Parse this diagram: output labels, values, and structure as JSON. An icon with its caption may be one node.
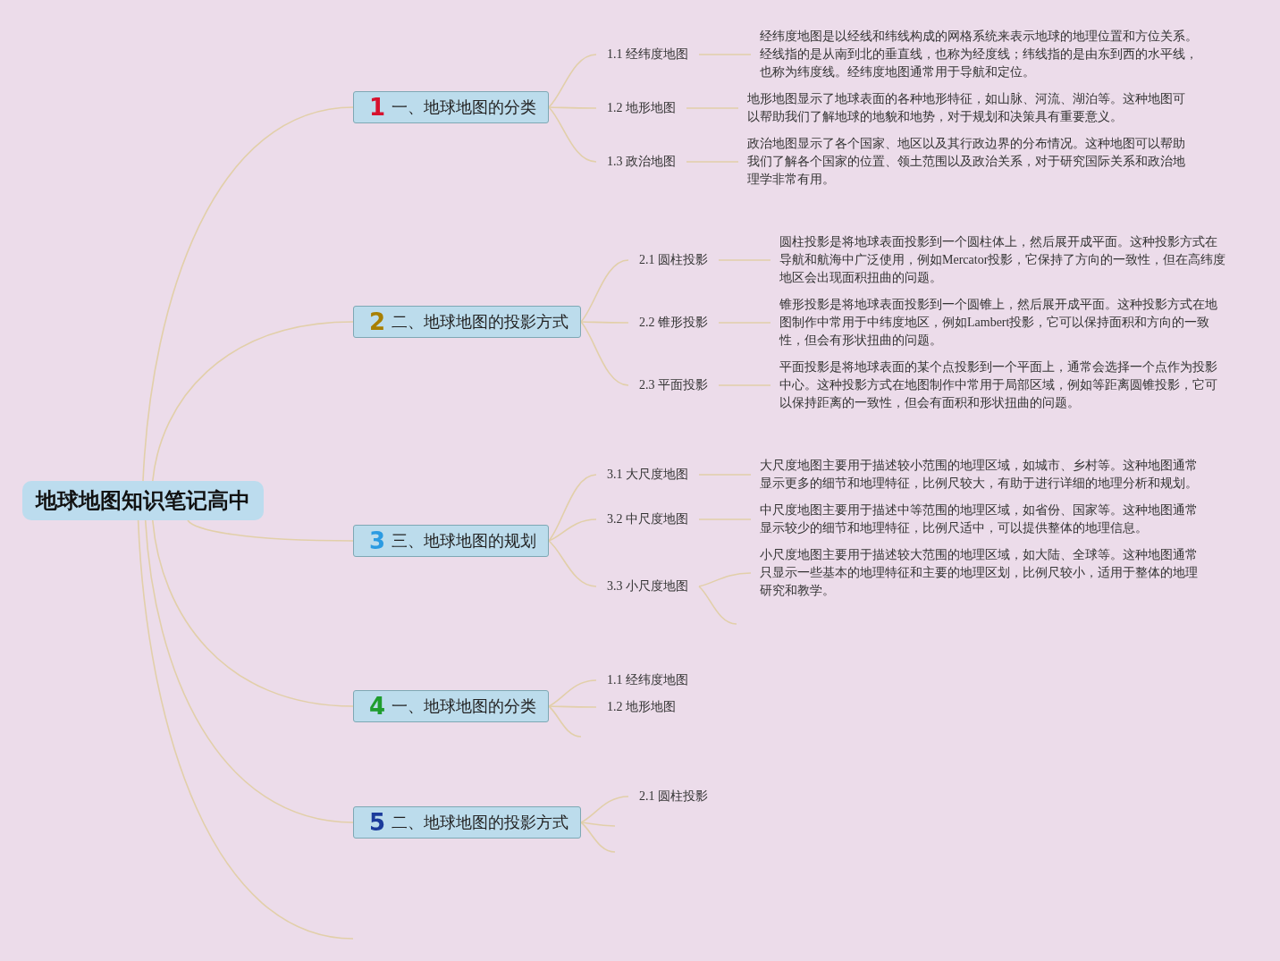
{
  "diagram": {
    "nodes": [
      {
        "text": [
          "地球地图知识笔记高中"
        ]
      },
      {
        "text": [
          "1",
          "一、地球地图的分类"
        ]
      },
      {
        "text": [
          "1.1 经纬度地图"
        ]
      },
      {
        "text": [
          "经纬度地图是以经线和纬线构成的网格系统来表示地球的地理位置和方位关系。经线指的是从南到北的垂直线，也称为经度线；纬线指的是由东到西的水平线，也称为纬度线。经纬度地图通常用于导航和定位。"
        ]
      },
      {
        "text": [
          "1.2 地形地图"
        ]
      },
      {
        "text": [
          "地形地图显示了地球表面的各种地形特征，如山脉、河流、湖泊等。这种地图可以帮助我们了解地球的地貌和地势，对于规划和决策具有重要意义。"
        ]
      },
      {
        "text": [
          "1.3 政治地图"
        ]
      },
      {
        "text": [
          "政治地图显示了各个国家、地区以及其行政边界的分布情况。这种地图可以帮助我们了解各个国家的位置、领土范围以及政治关系，对于研究国际关系和政治地理学非常有用。"
        ]
      },
      {
        "text": [
          "2",
          "二、地球地图的投影方式"
        ]
      },
      {
        "text": [
          "2.1 圆柱投影"
        ]
      },
      {
        "text": [
          "圆柱投影是将地球表面投影到一个圆柱体上，然后展开成平面。这种投影方式在导航和航海中广泛使用，例如Mercator投影，它保持了方向的一致性，但在高纬度地区会出现面积扭曲的问题。"
        ]
      },
      {
        "text": [
          "2.2 锥形投影"
        ]
      },
      {
        "text": [
          "锥形投影是将地球表面投影到一个圆锥上，然后展开成平面。这种投影方式在地图制作中常用于中纬度地区，例如Lambert投影，它可以保持面积和方向的一致性，但会有形状扭曲的问题。"
        ]
      },
      {
        "text": [
          "2.3 平面投影"
        ]
      },
      {
        "text": [
          "平面投影是将地球表面的某个点投影到一个平面上，通常会选择一个点作为投影中心。这种投影方式在地图制作中常用于局部区域，例如等距离圆锥投影，它可以保持距离的一致性，但会有面积和形状扭曲的问题。"
        ]
      },
      {
        "text": [
          "3",
          "三、地球地图的规划"
        ]
      },
      {
        "text": [
          "3.1 大尺度地图"
        ]
      },
      {
        "text": [
          "大尺度地图主要用于描述较小范围的地理区域，如城市、乡村等。这种地图通常显示更多的细节和地理特征，比例尺较大，有助于进行详细的地理分析和规划。"
        ]
      },
      {
        "text": [
          "3.2 中尺度地图"
        ]
      },
      {
        "text": [
          "中尺度地图主要用于描述中等范围的地理区域，如省份、国家等。这种地图通常显示较少的细节和地理特征，比例尺适中，可以提供整体的地理信息。"
        ]
      },
      {
        "text": [
          "3.3 小尺度地图"
        ]
      },
      {
        "text": [
          "小尺度地图主要用于描述较大范围的地理区域，如大陆、全球等。这种地图通常只显示一些基本的地理特征和主要的地理区划，比例尺较小，适用于整体的地理研究和教学。"
        ]
      },
      {
        "text": [
          "4",
          "一、地球地图的分类"
        ]
      },
      {
        "text": [
          "1.1 经纬度地图"
        ]
      },
      {
        "text": [
          "1.2 地形地图"
        ]
      },
      {
        "text": [
          "5",
          "二、地球地图的投影方式"
        ]
      },
      {
        "text": [
          "2.1 圆柱投影"
        ]
      }
    ],
    "edges": [
      {
        "from": 0,
        "to": 1,
        "arrow": "none"
      },
      {
        "from": 0,
        "to": 8,
        "arrow": "none"
      },
      {
        "from": 0,
        "to": 15,
        "arrow": "none"
      },
      {
        "from": 0,
        "to": 22,
        "arrow": "none"
      },
      {
        "from": 0,
        "to": 25,
        "arrow": "none"
      },
      {
        "from": 0,
        "to": null,
        "arrow": "none"
      },
      {
        "from": 1,
        "to": 2,
        "arrow": "none"
      },
      {
        "from": 2,
        "to": 3,
        "arrow": "none"
      },
      {
        "from": 1,
        "to": 4,
        "arrow": "none"
      },
      {
        "from": 4,
        "to": 5,
        "arrow": "none"
      },
      {
        "from": 1,
        "to": 6,
        "arrow": "none"
      },
      {
        "from": 6,
        "to": 7,
        "arrow": "none"
      },
      {
        "from": 8,
        "to": 9,
        "arrow": "none"
      },
      {
        "from": 9,
        "to": 10,
        "arrow": "none"
      },
      {
        "from": 8,
        "to": 11,
        "arrow": "none"
      },
      {
        "from": 11,
        "to": 12,
        "arrow": "none"
      },
      {
        "from": 8,
        "to": 13,
        "arrow": "none"
      },
      {
        "from": 13,
        "to": 14,
        "arrow": "none"
      },
      {
        "from": 15,
        "to": 16,
        "arrow": "none"
      },
      {
        "from": 16,
        "to": 17,
        "arrow": "none"
      },
      {
        "from": 15,
        "to": 18,
        "arrow": "none"
      },
      {
        "from": 18,
        "to": 19,
        "arrow": "none"
      },
      {
        "from": 15,
        "to": 20,
        "arrow": "none"
      },
      {
        "from": 20,
        "to": 21,
        "arrow": "none"
      },
      {
        "from": 20,
        "to": null,
        "arrow": "none"
      },
      {
        "from": 22,
        "to": 23,
        "arrow": "none"
      },
      {
        "from": 22,
        "to": 24,
        "arrow": "none"
      },
      {
        "from": 22,
        "to": null,
        "arrow": "none"
      },
      {
        "from": 25,
        "to": 26,
        "arrow": "none"
      },
      {
        "from": 25,
        "to": null,
        "arrow": "none"
      },
      {
        "from": 25,
        "to": null,
        "arrow": "none"
      }
    ]
  }
}
